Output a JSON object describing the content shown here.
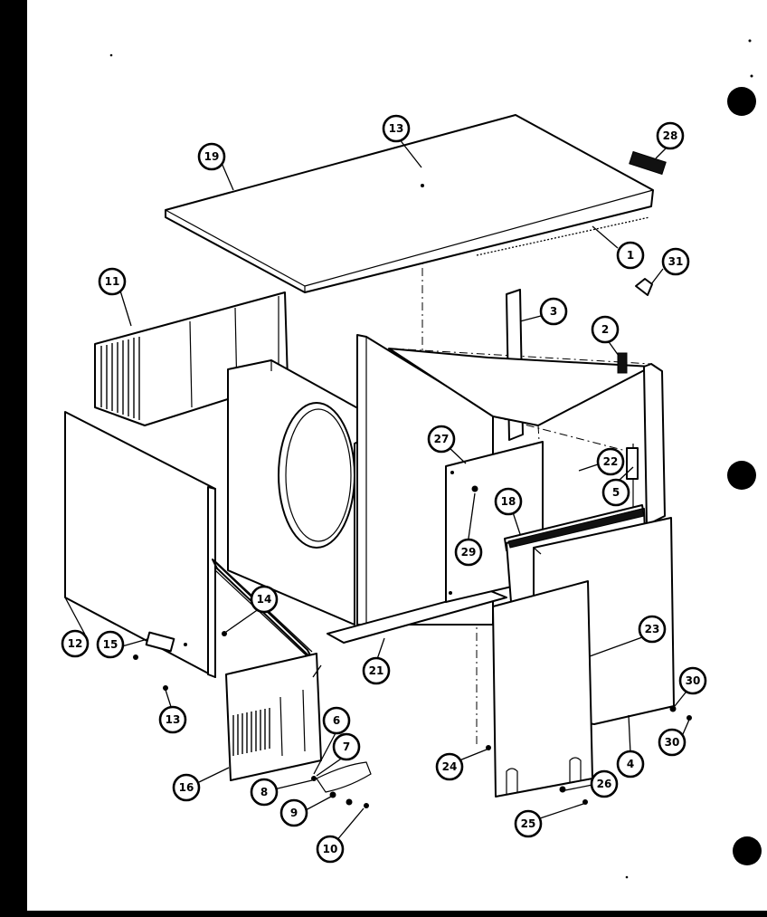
{
  "callouts": [
    {
      "id": "c1",
      "label": "1"
    },
    {
      "id": "c2",
      "label": "2"
    },
    {
      "id": "c3",
      "label": "3"
    },
    {
      "id": "c4",
      "label": "4"
    },
    {
      "id": "c5",
      "label": "5"
    },
    {
      "id": "c6",
      "label": "6"
    },
    {
      "id": "c7",
      "label": "7"
    },
    {
      "id": "c8",
      "label": "8"
    },
    {
      "id": "c9",
      "label": "9"
    },
    {
      "id": "c10",
      "label": "10"
    },
    {
      "id": "c11",
      "label": "11"
    },
    {
      "id": "c12",
      "label": "12"
    },
    {
      "id": "c13a",
      "label": "13"
    },
    {
      "id": "c13b",
      "label": "13"
    },
    {
      "id": "c14",
      "label": "14"
    },
    {
      "id": "c15",
      "label": "15"
    },
    {
      "id": "c16",
      "label": "16"
    },
    {
      "id": "c18",
      "label": "18"
    },
    {
      "id": "c19",
      "label": "19"
    },
    {
      "id": "c21",
      "label": "21"
    },
    {
      "id": "c22",
      "label": "22"
    },
    {
      "id": "c23",
      "label": "23"
    },
    {
      "id": "c24",
      "label": "24"
    },
    {
      "id": "c25",
      "label": "25"
    },
    {
      "id": "c26",
      "label": "26"
    },
    {
      "id": "c27",
      "label": "27"
    },
    {
      "id": "c28",
      "label": "28"
    },
    {
      "id": "c29",
      "label": "29"
    },
    {
      "id": "c30a",
      "label": "30"
    },
    {
      "id": "c30b",
      "label": "30"
    },
    {
      "id": "c31",
      "label": "31"
    }
  ]
}
